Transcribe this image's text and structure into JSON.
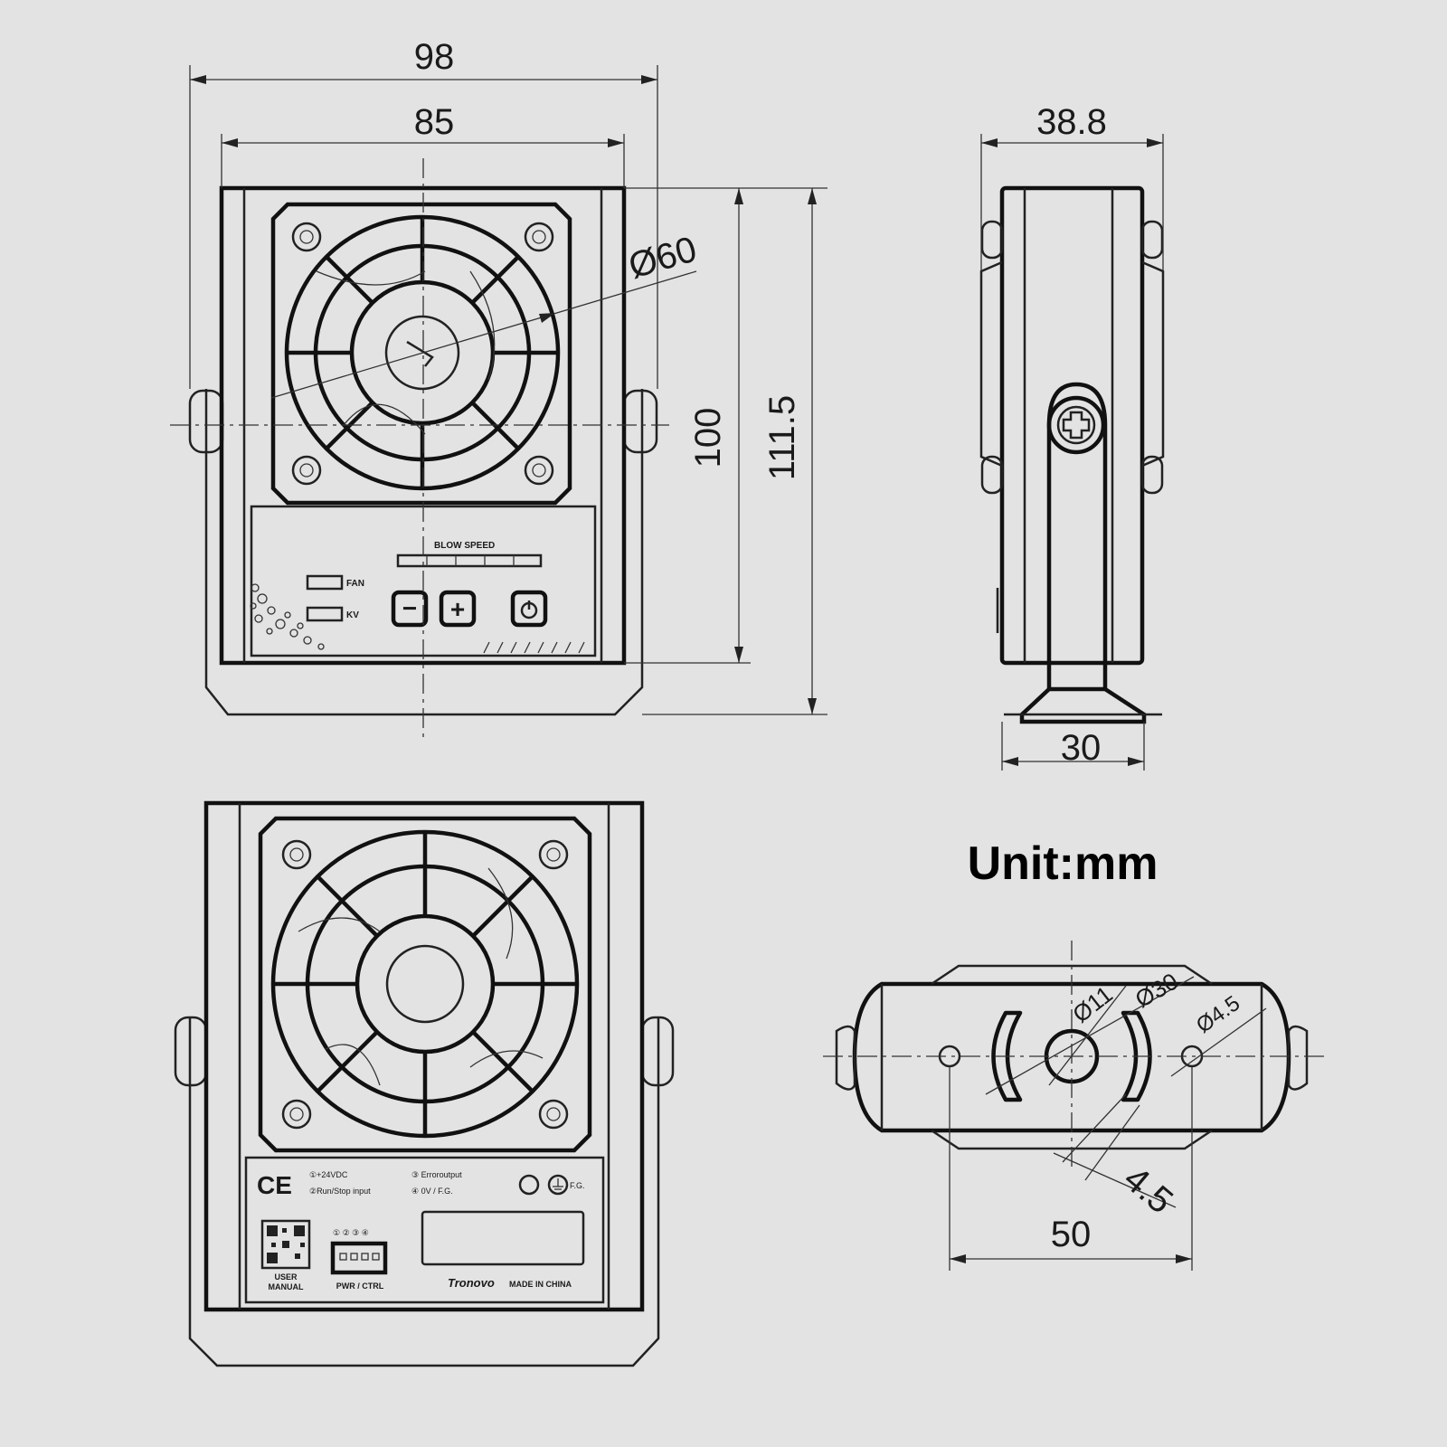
{
  "colors": {
    "background": "#e3e3e3",
    "line": "#222222"
  },
  "dimensions": {
    "overall_width": "98",
    "body_width": "85",
    "fan_diameter": "Ø60",
    "body_height": "100",
    "overall_height": "111.5",
    "side_depth": "38.8",
    "base_depth": "30",
    "base_hole_spacing": "50",
    "center_hole": "Ø11",
    "slot_circle": "Ø30",
    "mount_hole": "Ø4.5",
    "slot_width": "4.5"
  },
  "unit_label": "Unit:mm",
  "front_panel": {
    "blow_speed": "BLOW SPEED",
    "fan": "FAN",
    "kv": "KV",
    "minus": "−",
    "plus": "+"
  },
  "rear_panel": {
    "ce": "CE",
    "pin1": "①+24VDC",
    "pin2": "②Run/Stop input",
    "pin3": "③ Erroroutput",
    "pin4": "④ 0V / F.G.",
    "fg": "F.G.",
    "pin_numbers": "① ② ③ ④",
    "user_manual_1": "USER",
    "user_manual_2": "MANUAL",
    "connector": "PWR / CTRL",
    "brand": "Tronovo",
    "made_in": "MADE IN CHINA"
  },
  "icons": [
    "screw-icon",
    "fan-icon",
    "power-icon",
    "qr-code-icon",
    "ground-icon",
    "ce-mark-icon"
  ]
}
